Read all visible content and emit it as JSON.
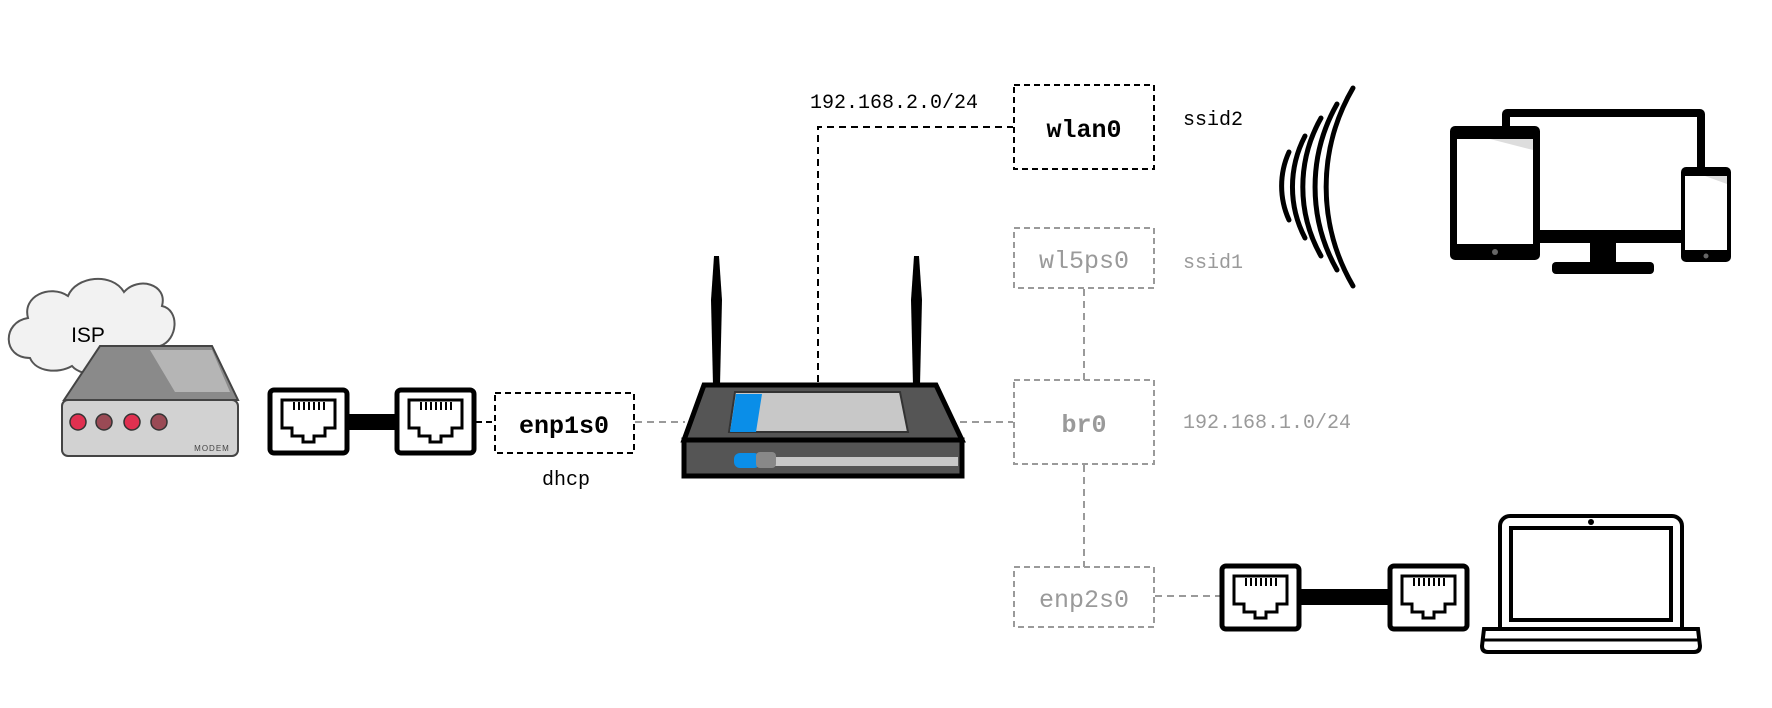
{
  "cloud": {
    "label": "ISP"
  },
  "modem": {
    "label": "MODEM"
  },
  "interfaces": {
    "enp1s0": {
      "name": "enp1s0",
      "note": "dhcp"
    },
    "wlan0": {
      "name": "wlan0",
      "ssid": "ssid2",
      "subnet": "192.168.2.0/24"
    },
    "wl5ps0": {
      "name": "wl5ps0",
      "ssid": "ssid1"
    },
    "br0": {
      "name": "br0",
      "subnet": "192.168.1.0/24"
    },
    "enp2s0": {
      "name": "enp2s0"
    }
  },
  "colors": {
    "active": "#000000",
    "inactive": "#9a9a9a",
    "router_accent": "#0a8ee8",
    "modem_led_red": "#e03050",
    "modem_led_dark": "#9a4a55"
  }
}
